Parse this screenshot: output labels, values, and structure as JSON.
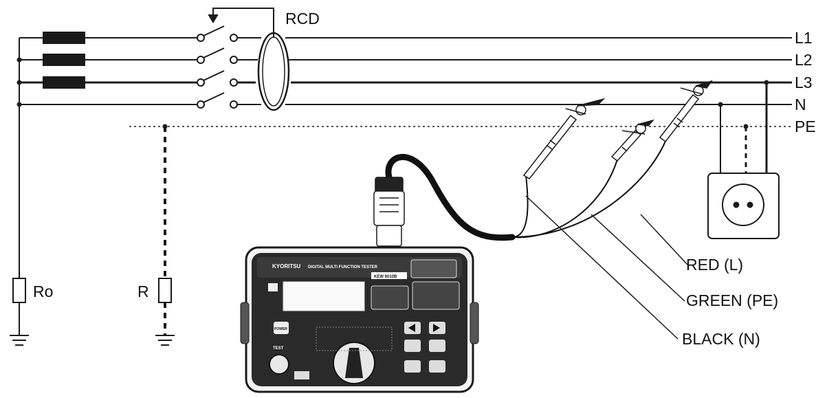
{
  "labels": {
    "rcd": "RCD",
    "l1": "L1",
    "l2": "L2",
    "l3": "L3",
    "n": "N",
    "pe": "PE",
    "ro": "Ro",
    "r": "R",
    "red": "RED (L)",
    "green": "GREEN (PE)",
    "black": "BLACK (N)"
  },
  "meter": {
    "brand": "KYORITSU",
    "title": "DIGITAL MULTI FUNCTION TESTER",
    "model": "KEW 6010B",
    "power": "POWER",
    "test": "TEST"
  },
  "colors": {
    "line": "#1a1a1a",
    "background": "#ffffff"
  }
}
